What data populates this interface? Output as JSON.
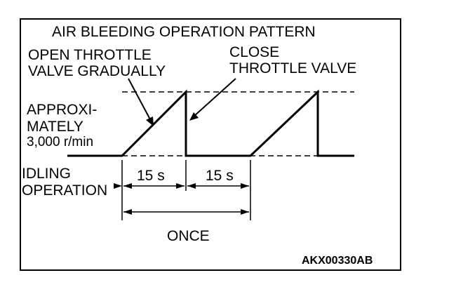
{
  "title": "AIR BLEEDING OPERATION PATTERN",
  "open_label": "OPEN THROTTLE\nVALVE GRADUALLY",
  "close_label": "CLOSE\nTHROTTLE VALVE",
  "approx_label": "APPROXI-\nMATELY",
  "rpm_label": "3,000 r/min",
  "idle_label": "IDLING\nOPERATION",
  "interval_1": "15 s",
  "interval_2": "15 s",
  "cycle_label": "ONCE",
  "figure_code": "AKX00330AB",
  "colors": {
    "ink": "#000000",
    "background": "#ffffff"
  }
}
